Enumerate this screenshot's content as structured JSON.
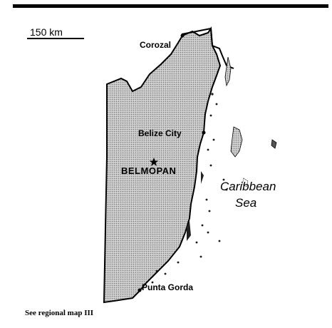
{
  "scale": {
    "label": "150 km"
  },
  "places": {
    "corozal": "Corozal",
    "belize_city": "Belize City",
    "capital": "BELMOPAN",
    "punta_gorda": "Punta Gorda"
  },
  "water": {
    "sea_line1": "Caribbean",
    "sea_line2": "Sea"
  },
  "footer": {
    "note": "See regional map III"
  },
  "colors": {
    "land_fill": "#bdbdbd",
    "outline": "#000000",
    "background": "#ffffff"
  },
  "icons": {
    "capital_marker": "star-icon",
    "city_marker": "dot-icon"
  }
}
